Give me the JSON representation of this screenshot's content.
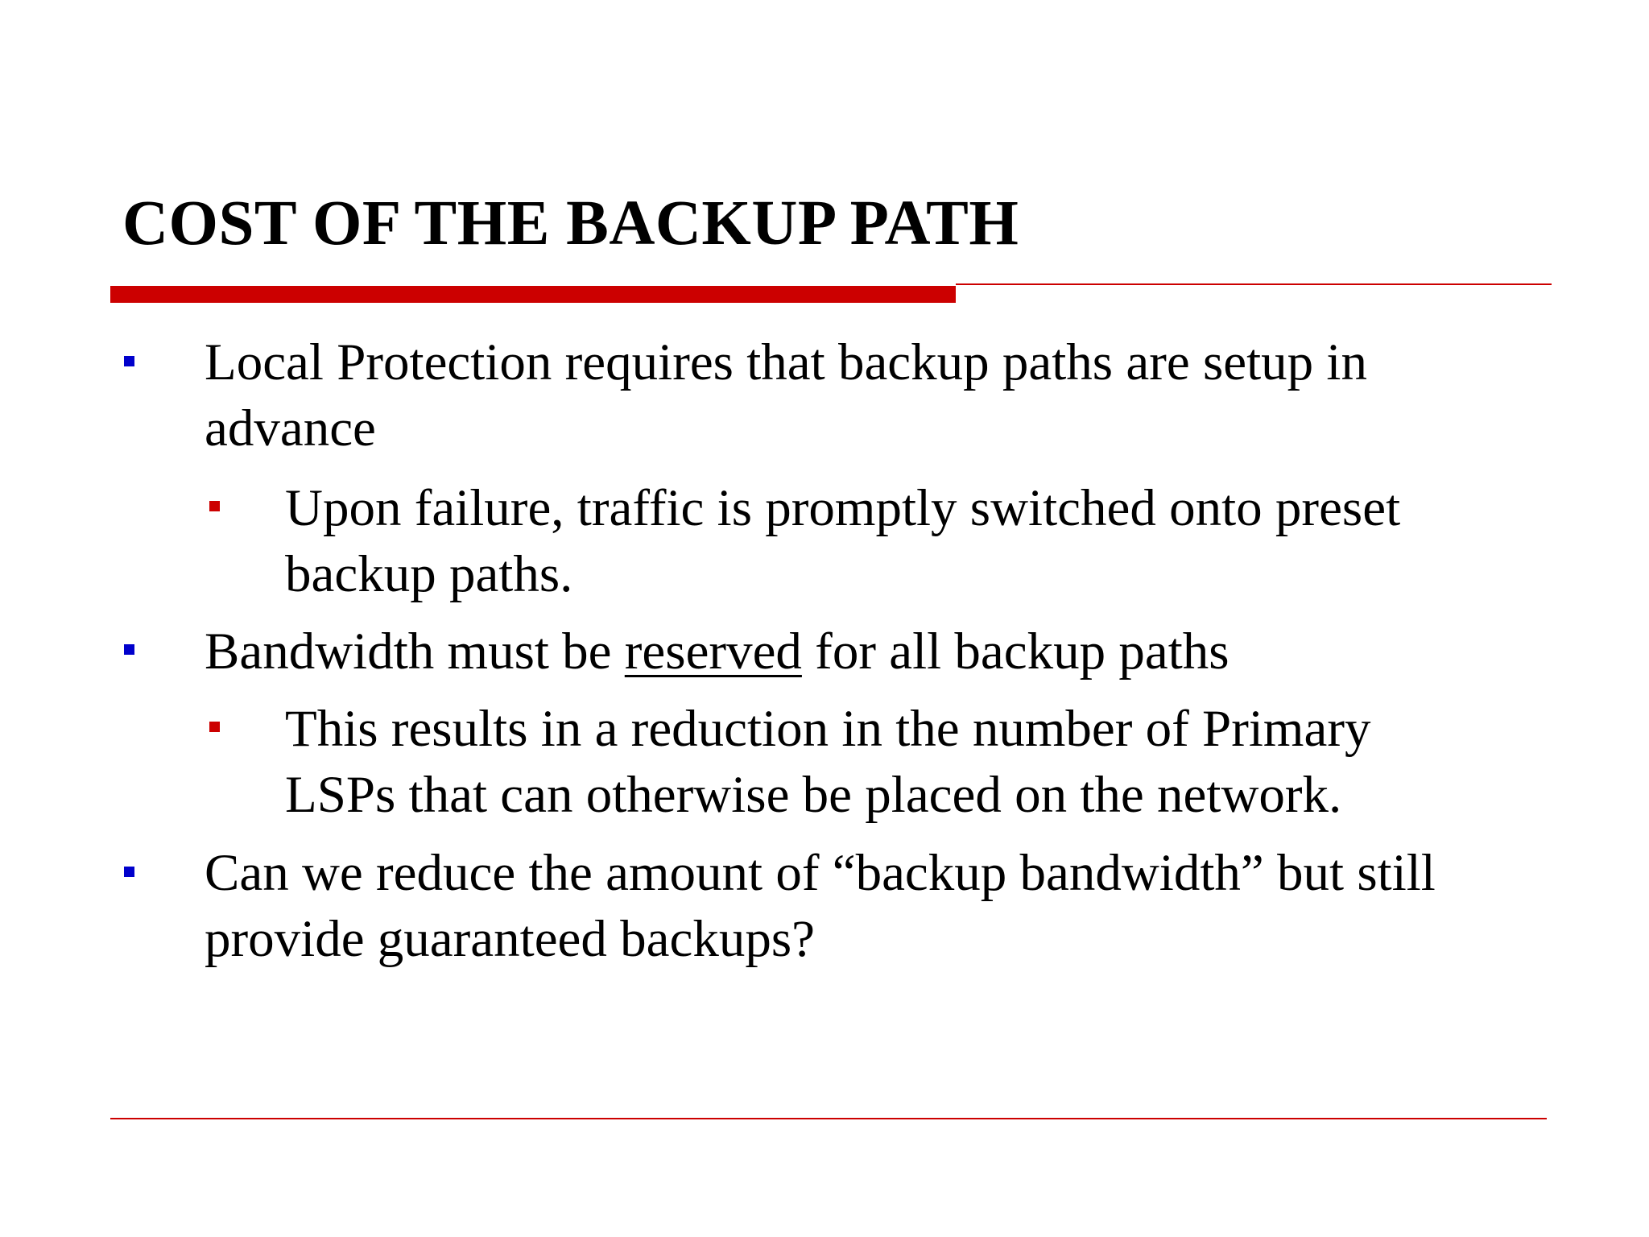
{
  "slide": {
    "title": "COST OF THE BACKUP PATH",
    "bullets": [
      {
        "lines": [
          "Local Protection requires that backup paths are setup in",
          "advance"
        ]
      },
      {
        "lines": [
          "Upon failure, traffic is promptly switched onto preset",
          "backup paths."
        ]
      },
      {
        "before": "Bandwidth must be ",
        "emphasis": "reserved",
        "after": " for all backup paths"
      },
      {
        "lines": [
          "This results in a reduction in the number of Primary",
          "LSPs that can otherwise be placed on the network."
        ]
      },
      {
        "lines": [
          "Can we reduce the amount of “backup bandwidth” but still",
          "provide guaranteed backups?"
        ]
      }
    ]
  },
  "colors": {
    "accent": "#cc0000",
    "bullet_level1": "#0000cc",
    "bullet_level2": "#cc0000",
    "text": "#000000",
    "background": "#ffffff"
  }
}
